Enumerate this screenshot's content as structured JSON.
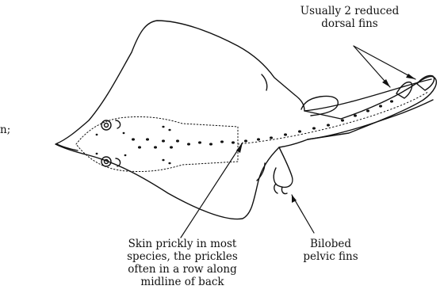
{
  "labels": {
    "dorsal_fins": "Usually 2 reduced\ndorsal fins",
    "skin": "Skin prickly in most\nspecies, the prickles\noften in a row along\nmidline of back",
    "pelvic_fins": "Bilobed\npelvic fins",
    "left_edge": "n;"
  },
  "colors": {
    "ink": "#111111",
    "paper": "#ffffff"
  }
}
